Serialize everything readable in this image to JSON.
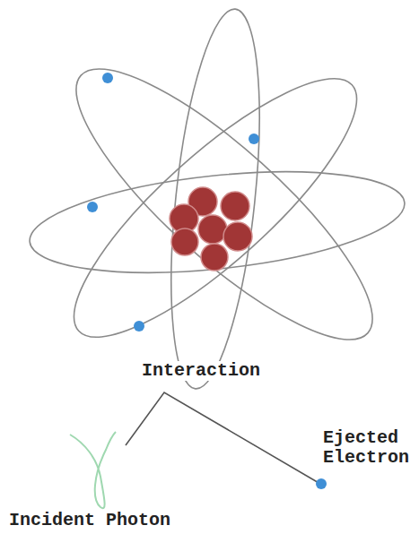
{
  "diagram": {
    "labels": [
      "Interaction",
      "Ejected Electron",
      "Incident Photon"
    ]
  }
}
